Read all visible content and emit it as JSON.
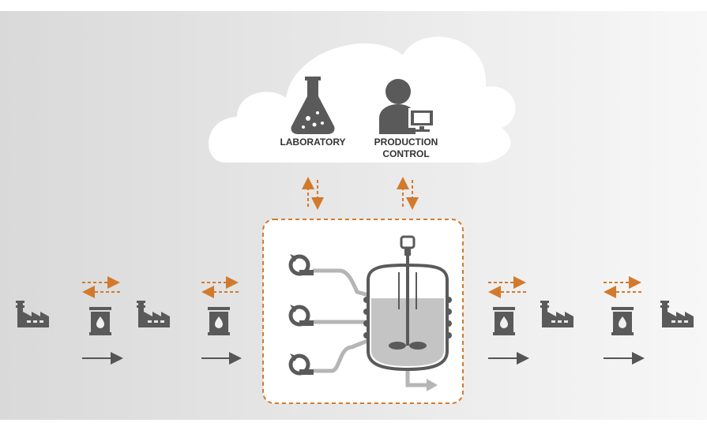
{
  "cloud": {
    "laboratory_label": "LABORATORY",
    "production_label_line1": "PRODUCTION",
    "production_label_line2": "CONTROL"
  },
  "colors": {
    "accent": "#d27a2c",
    "icon_dark": "#5a5a5a",
    "pipe": "#b5b5b5",
    "background_gradient": [
      "#dcdcdc",
      "#f6f6f6"
    ]
  },
  "icons": [
    "flask-icon",
    "operator-computer-icon",
    "factory-icon",
    "barrel-icon",
    "pump-icon",
    "reactor-vessel-icon"
  ]
}
